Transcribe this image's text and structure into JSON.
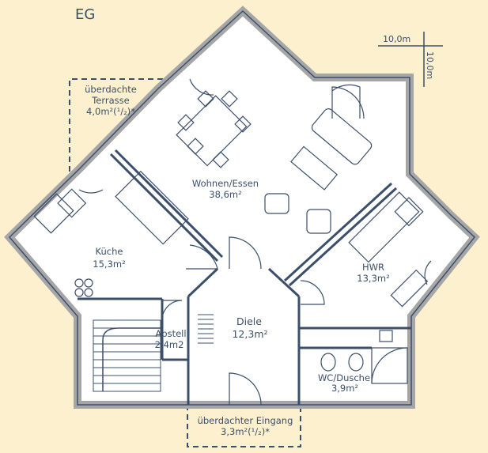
{
  "floor": {
    "label": "EG"
  },
  "scale": {
    "horizontal": "10,0m",
    "vertical": "10,0m"
  },
  "rooms": {
    "terrasse": {
      "line1": "überdachte",
      "line2": "Terrasse",
      "area": "4,0m²(¹/₂)*"
    },
    "wohnen": {
      "name": "Wohnen/Essen",
      "area": "38,6m²"
    },
    "kueche": {
      "name": "Küche",
      "area": "15,3m²"
    },
    "hwr": {
      "name": "HWR",
      "area": "13,3m²"
    },
    "abstell": {
      "name": "Abstell",
      "area": "2,4m2"
    },
    "diele": {
      "name": "Diele",
      "area": "12,3m²"
    },
    "wc": {
      "name": "WC/Dusche",
      "area": "3,9m²"
    },
    "eingang": {
      "name": "überdachter Eingang",
      "area": "3,3m²(¹/₂)*"
    }
  },
  "colors": {
    "background": "#fdf0cf",
    "wall": "#a6a6a6",
    "line": "#3b4f6b",
    "room": "#ffffff"
  }
}
